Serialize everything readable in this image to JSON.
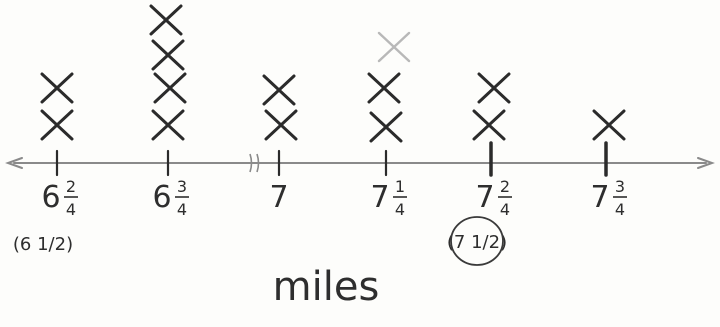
{
  "chart_data": {
    "type": "scatter",
    "subtype": "line-plot",
    "marker": "X",
    "xlabel": "miles",
    "title": "",
    "ticks": [
      {
        "value": 6.5,
        "whole": "6",
        "num": "2",
        "den": "4",
        "alt": "(6 1/2)"
      },
      {
        "value": 6.75,
        "whole": "6",
        "num": "3",
        "den": "4",
        "alt": ""
      },
      {
        "value": 7.0,
        "whole": "7",
        "num": "",
        "den": "",
        "alt": ""
      },
      {
        "value": 7.25,
        "whole": "7",
        "num": "1",
        "den": "4",
        "alt": ""
      },
      {
        "value": 7.5,
        "whole": "7",
        "num": "2",
        "den": "4",
        "alt": "(7 1/2)"
      },
      {
        "value": 7.75,
        "whole": "7",
        "num": "3",
        "den": "4",
        "alt": ""
      }
    ],
    "counts": [
      2,
      4,
      2,
      2,
      2,
      1
    ],
    "faint_marks": [
      {
        "value": 7.25,
        "level": 3
      }
    ],
    "axis_break_between": [
      6.75,
      7.0
    ],
    "colors": {
      "ink": "#2b2b2b",
      "faint": "#b8b8b8",
      "axis": "#8a8a8a"
    }
  }
}
